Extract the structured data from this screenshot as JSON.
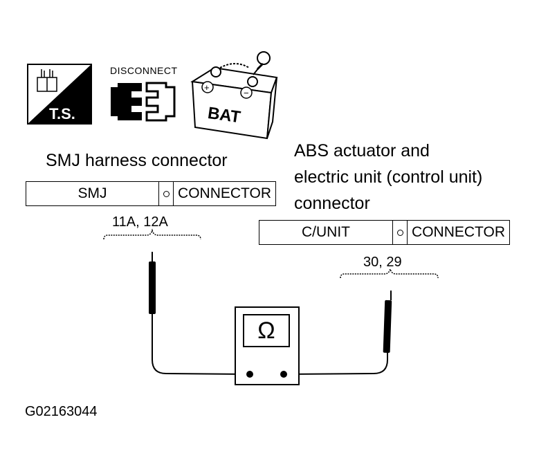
{
  "icons": {
    "ts_label": "T.S.",
    "disconnect_label": "DISCONNECT",
    "battery_label": "BAT"
  },
  "smj": {
    "title": "SMJ harness connector",
    "connector_left": "SMJ",
    "connector_right": "CONNECTOR",
    "pins": "11A, 12A"
  },
  "abs": {
    "title_line1": "ABS actuator and",
    "title_line2": "electric unit (control unit)",
    "title_line3": "connector",
    "connector_left": "C/UNIT",
    "connector_right": "CONNECTOR",
    "pins": "30, 29"
  },
  "meter": {
    "symbol": "Ω"
  },
  "figure_id": "G02163044"
}
